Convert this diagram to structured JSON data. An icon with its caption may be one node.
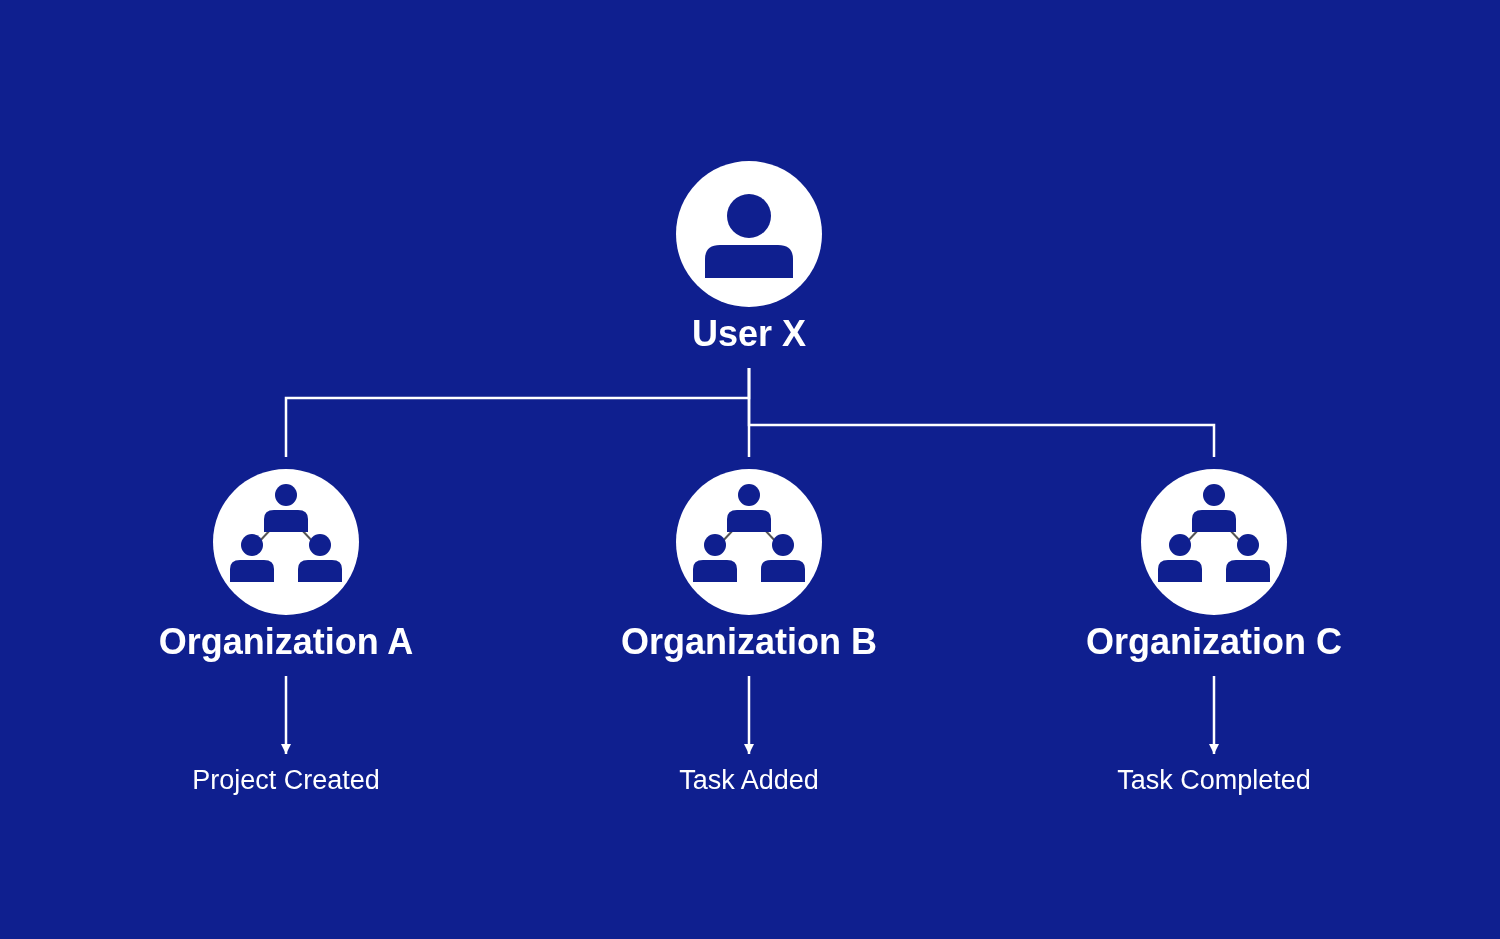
{
  "diagram": {
    "nodes": [
      {
        "text": [
          "User X"
        ]
      },
      {
        "text": [
          "Organization A"
        ]
      },
      {
        "text": [
          "Organization B"
        ]
      },
      {
        "text": [
          "Organization C"
        ]
      },
      {
        "text": [
          "Project Created"
        ]
      },
      {
        "text": [
          "Task Added"
        ]
      },
      {
        "text": [
          "Task Completed"
        ]
      }
    ],
    "edges": [
      {
        "from": 0,
        "to": 1,
        "arrow": "none"
      },
      {
        "from": 0,
        "to": 2,
        "arrow": "none"
      },
      {
        "from": 0,
        "to": 3,
        "arrow": "none"
      },
      {
        "from": 1,
        "to": 4,
        "arrow": "to"
      },
      {
        "from": 2,
        "to": 5,
        "arrow": "to"
      },
      {
        "from": 3,
        "to": 6,
        "arrow": "to"
      }
    ]
  }
}
